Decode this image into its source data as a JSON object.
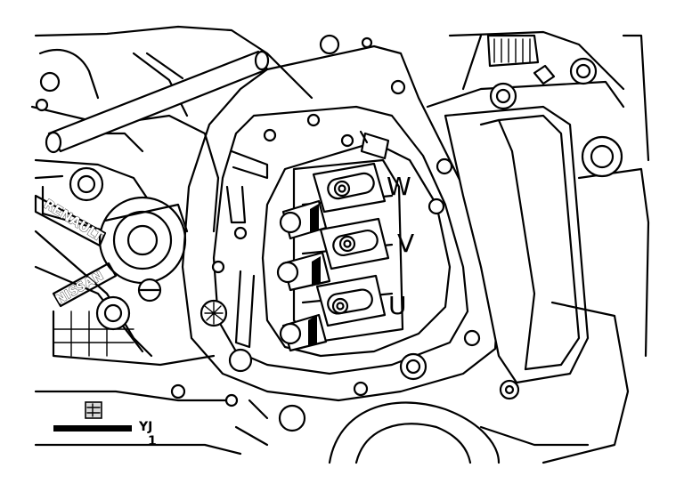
{
  "phase_labels": {
    "w": "W",
    "v": "V",
    "u": "U"
  },
  "housing_emboss": {
    "brand": "RENAULT",
    "partner": "NISSAN"
  },
  "part_marking": {
    "line1": "YJ",
    "line2": "1"
  }
}
